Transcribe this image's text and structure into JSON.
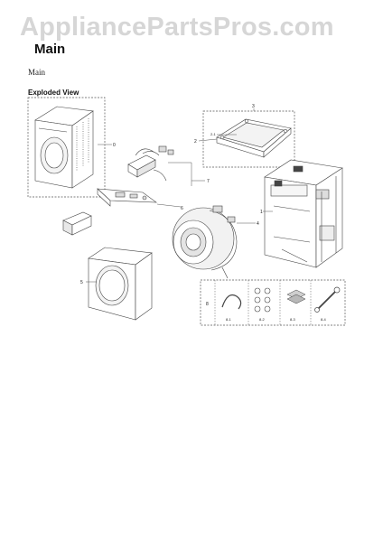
{
  "watermark": "AppliancePartsPros.com",
  "page_title": "Main",
  "subtitle": "Main",
  "section_heading": "Exploded View",
  "callouts": {
    "c0": "0",
    "c1": "1",
    "c2": "2",
    "c2_1": "2-1",
    "c3": "3",
    "c4": "4",
    "c5": "5",
    "c6": "6",
    "c7": "7",
    "c8": "8",
    "c8_1": "8-1",
    "c8_2": "8-2",
    "c8_3": "8-3",
    "c8_4": "8-4"
  }
}
